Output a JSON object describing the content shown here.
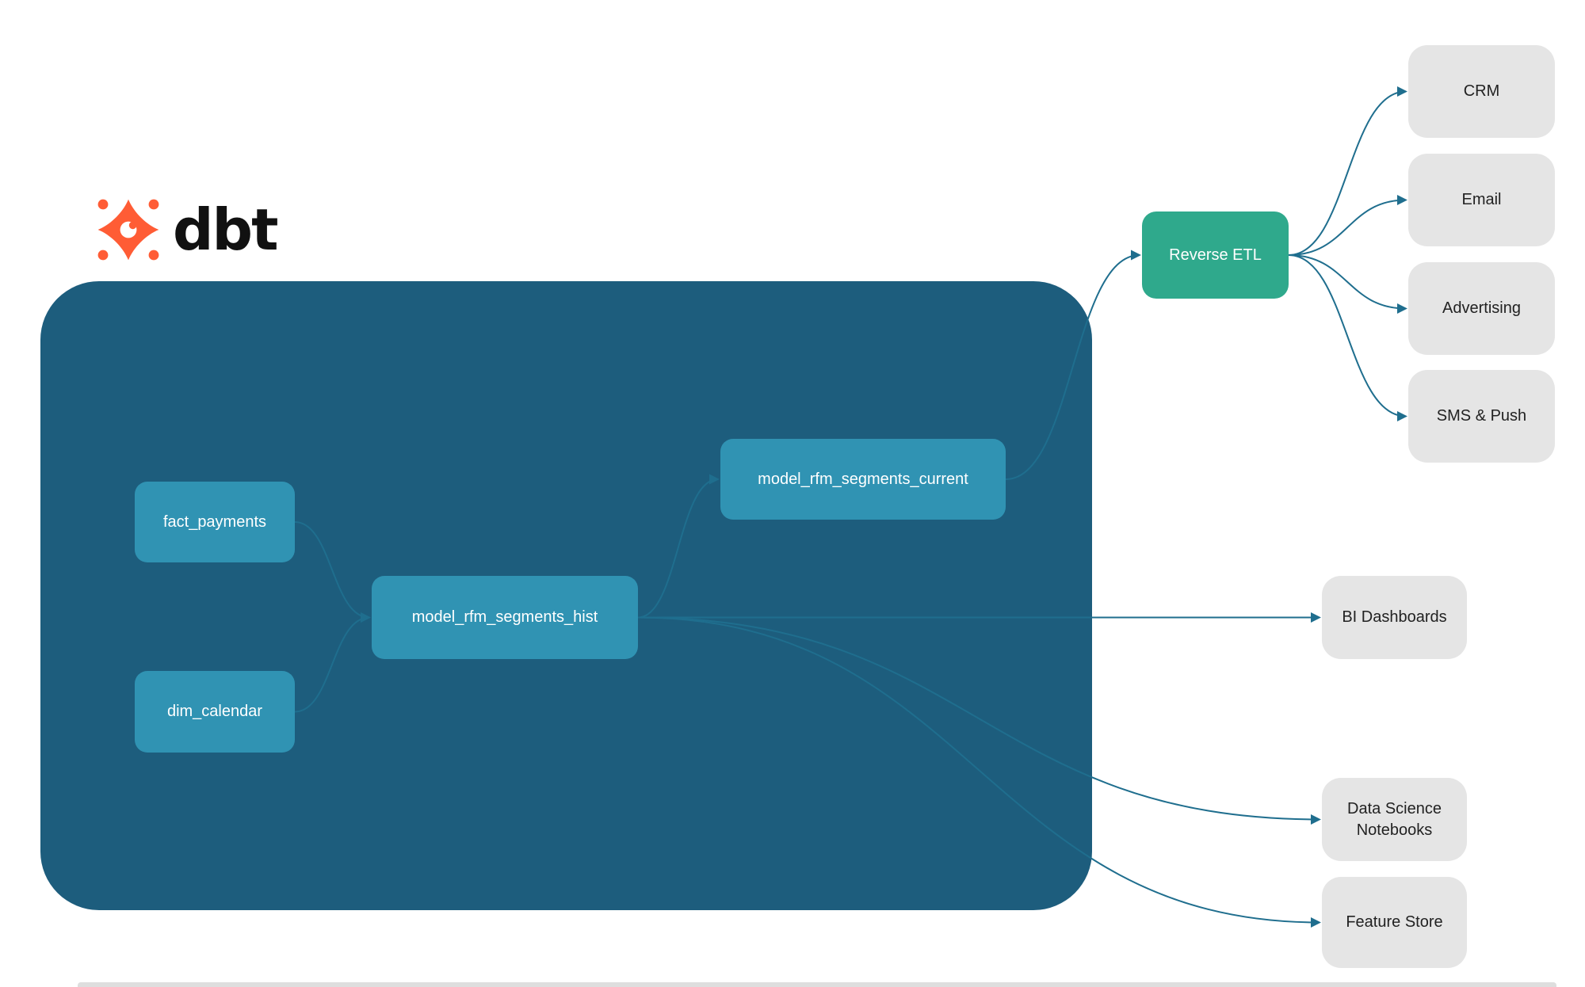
{
  "brand": {
    "name": "dbt"
  },
  "nodes": {
    "fact_payments": {
      "label": "fact_payments",
      "type": "model"
    },
    "dim_calendar": {
      "label": "dim_calendar",
      "type": "model"
    },
    "model_rfm_segments_hist": {
      "label": "model_rfm_segments_hist",
      "type": "model"
    },
    "model_rfm_segments_current": {
      "label": "model_rfm_segments_current",
      "type": "model"
    },
    "reverse_etl": {
      "label": "Reverse ETL",
      "type": "destination-hub"
    },
    "crm": {
      "label": "CRM",
      "type": "destination"
    },
    "email": {
      "label": "Email",
      "type": "destination"
    },
    "advertising": {
      "label": "Advertising",
      "type": "destination"
    },
    "sms_push": {
      "label": "SMS & Push",
      "type": "destination"
    },
    "bi_dashboards": {
      "label": "BI Dashboards",
      "type": "destination"
    },
    "ds_notebooks": {
      "label": "Data Science Notebooks",
      "type": "destination"
    },
    "feature_store": {
      "label": "Feature Store",
      "type": "destination"
    }
  },
  "edges": [
    {
      "from": "fact_payments",
      "to": "model_rfm_segments_hist"
    },
    {
      "from": "dim_calendar",
      "to": "model_rfm_segments_hist"
    },
    {
      "from": "model_rfm_segments_hist",
      "to": "model_rfm_segments_current"
    },
    {
      "from": "model_rfm_segments_current",
      "to": "reverse_etl"
    },
    {
      "from": "reverse_etl",
      "to": "crm"
    },
    {
      "from": "reverse_etl",
      "to": "email"
    },
    {
      "from": "reverse_etl",
      "to": "advertising"
    },
    {
      "from": "reverse_etl",
      "to": "sms_push"
    },
    {
      "from": "model_rfm_segments_hist",
      "to": "bi_dashboards"
    },
    {
      "from": "model_rfm_segments_hist",
      "to": "ds_notebooks"
    },
    {
      "from": "model_rfm_segments_hist",
      "to": "feature_store"
    }
  ],
  "colors": {
    "warehouse_container": "#1d5d7d",
    "model_node": "#3093b3",
    "reverse_etl_node": "#2fa98c",
    "destination_node": "#e5e5e5",
    "edge": "#1f6e8e",
    "brand_orange": "#ff5c35",
    "brand_text": "#111111"
  }
}
